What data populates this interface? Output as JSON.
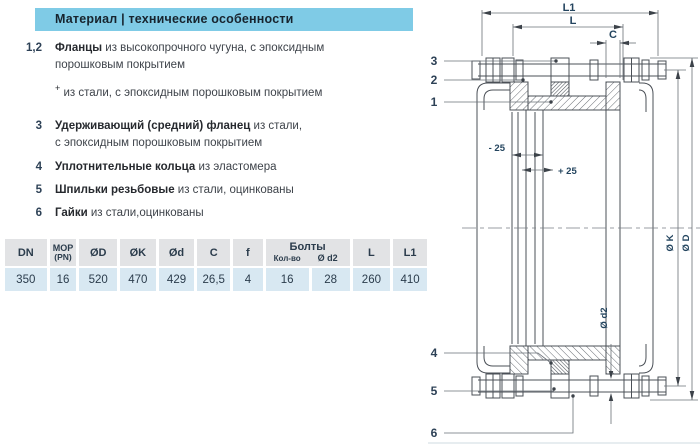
{
  "header": {
    "title": "Материал | технические особенности"
  },
  "materials": {
    "items": [
      {
        "num": "1,2",
        "bold": "Фланцы",
        "rest": " из высокопрочного чугуна, с эпоксидным",
        "line2": "порошковым покрытием"
      },
      {
        "num": "3",
        "bold": "Удерживающий (средний) фланец",
        "rest": " из стали,",
        "line2": "с эпоксидным порошковым покрытием"
      },
      {
        "num": "4",
        "bold": "Уплотнительные кольца",
        "rest": " из эластомера"
      },
      {
        "num": "5",
        "bold": "Шпильки резьбовые",
        "rest": " из стали, оцинкованы"
      },
      {
        "num": "6",
        "bold": "Гайки",
        "rest": " из стали,оцинкованы"
      }
    ],
    "footnote": {
      "marker": "+",
      "text": "из стали, с эпоксидным порошковым покрытием"
    }
  },
  "table": {
    "headers": {
      "dn": "DN",
      "mop_line1": "МОР",
      "mop_line2": "(PN)",
      "od": "ØD",
      "ok": "ØK",
      "odd": "Ød",
      "c": "C",
      "f": "f",
      "bolts": "Болты",
      "bolts_qty": "Кол-во",
      "bolts_d2": "Ø d2",
      "l": "L",
      "l1": "L1"
    },
    "row": {
      "dn": "350",
      "mop": "16",
      "od": "520",
      "ok": "470",
      "odd": "429",
      "c": "26,5",
      "f": "4",
      "bolts_qty": "16",
      "bolts_d2": "28",
      "l": "260",
      "l1": "410"
    }
  },
  "drawing": {
    "dims": {
      "l1": "L1",
      "l": "L",
      "c": "C",
      "minus25": "- 25",
      "plus25": "+ 25",
      "ok": "Ø K",
      "od": "Ø D",
      "od2": "Ø d2"
    },
    "callouts": {
      "c3": "3",
      "c2": "2",
      "c1": "1",
      "c4": "4",
      "c5": "5",
      "c6": "6"
    }
  },
  "colors": {
    "header_bg": "#7fcbe6",
    "header_text": "#17242e",
    "table_gray": "#e2e3e5",
    "table_blue": "#d8e8f2",
    "dim_navy": "#24455f",
    "line_gray": "#4b5057"
  }
}
